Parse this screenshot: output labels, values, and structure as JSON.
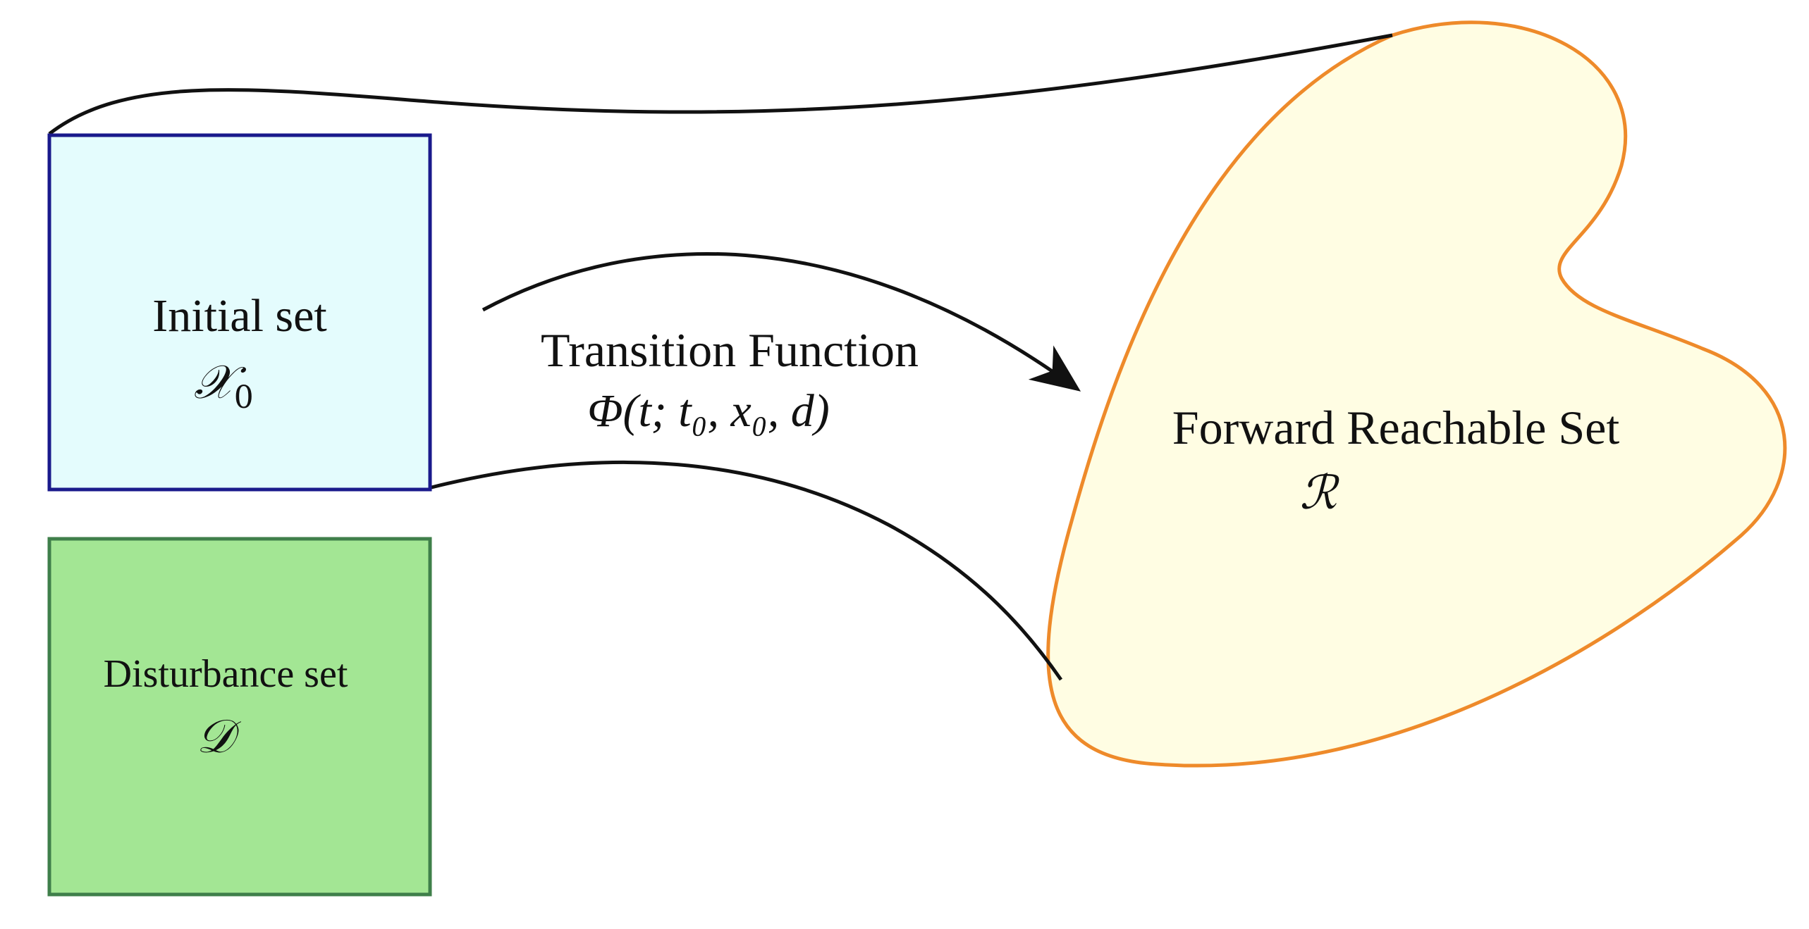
{
  "colors": {
    "initial_fill": "#e4fcfd",
    "initial_stroke": "#1a1a8c",
    "disturbance_fill": "#a3e694",
    "disturbance_stroke": "#3f7f4a",
    "reach_fill": "#fffde3",
    "reach_stroke": "#ee8a2a",
    "line": "#111111"
  },
  "initial_set": {
    "label": "Initial set",
    "symbol": "𝒳",
    "subscript": "0"
  },
  "disturbance_set": {
    "label": "Disturbance set",
    "symbol": "𝒟"
  },
  "transition": {
    "label": "Transition Function",
    "formula": "Φ(t; t₀, x₀, d)"
  },
  "reachable_set": {
    "label": "Forward Reachable Set",
    "symbol": "ℛ"
  }
}
